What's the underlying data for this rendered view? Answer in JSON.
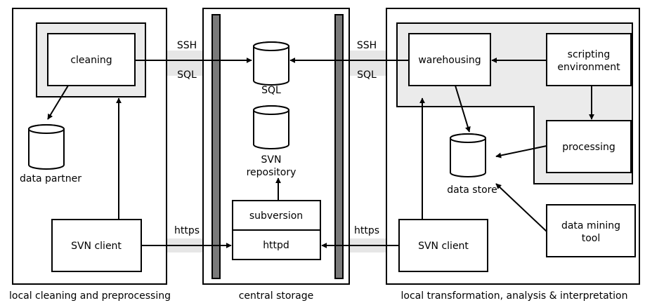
{
  "panels": {
    "left_caption": "local cleaning and preprocessing",
    "center_caption": "central storage",
    "right_caption": "local transformation, analysis & interpretation"
  },
  "nodes": {
    "cleaning": "cleaning",
    "data_partner": "data partner",
    "svn_client_left": "SVN client",
    "sql": "SQL",
    "svn_repository_line1": "SVN",
    "svn_repository_line2": "repository",
    "subversion": "subversion",
    "httpd": "httpd",
    "warehousing": "warehousing",
    "scripting_line1": "scripting",
    "scripting_line2": "environment",
    "processing": "processing",
    "data_store": "data store",
    "data_mining_line1": "data mining",
    "data_mining_line2": "tool",
    "svn_client_right": "SVN client"
  },
  "channels": {
    "left_ssh": "SSH",
    "left_sql": "SQL",
    "left_https": "https",
    "right_ssh": "SSH",
    "right_sql": "SQL",
    "right_https": "https"
  }
}
